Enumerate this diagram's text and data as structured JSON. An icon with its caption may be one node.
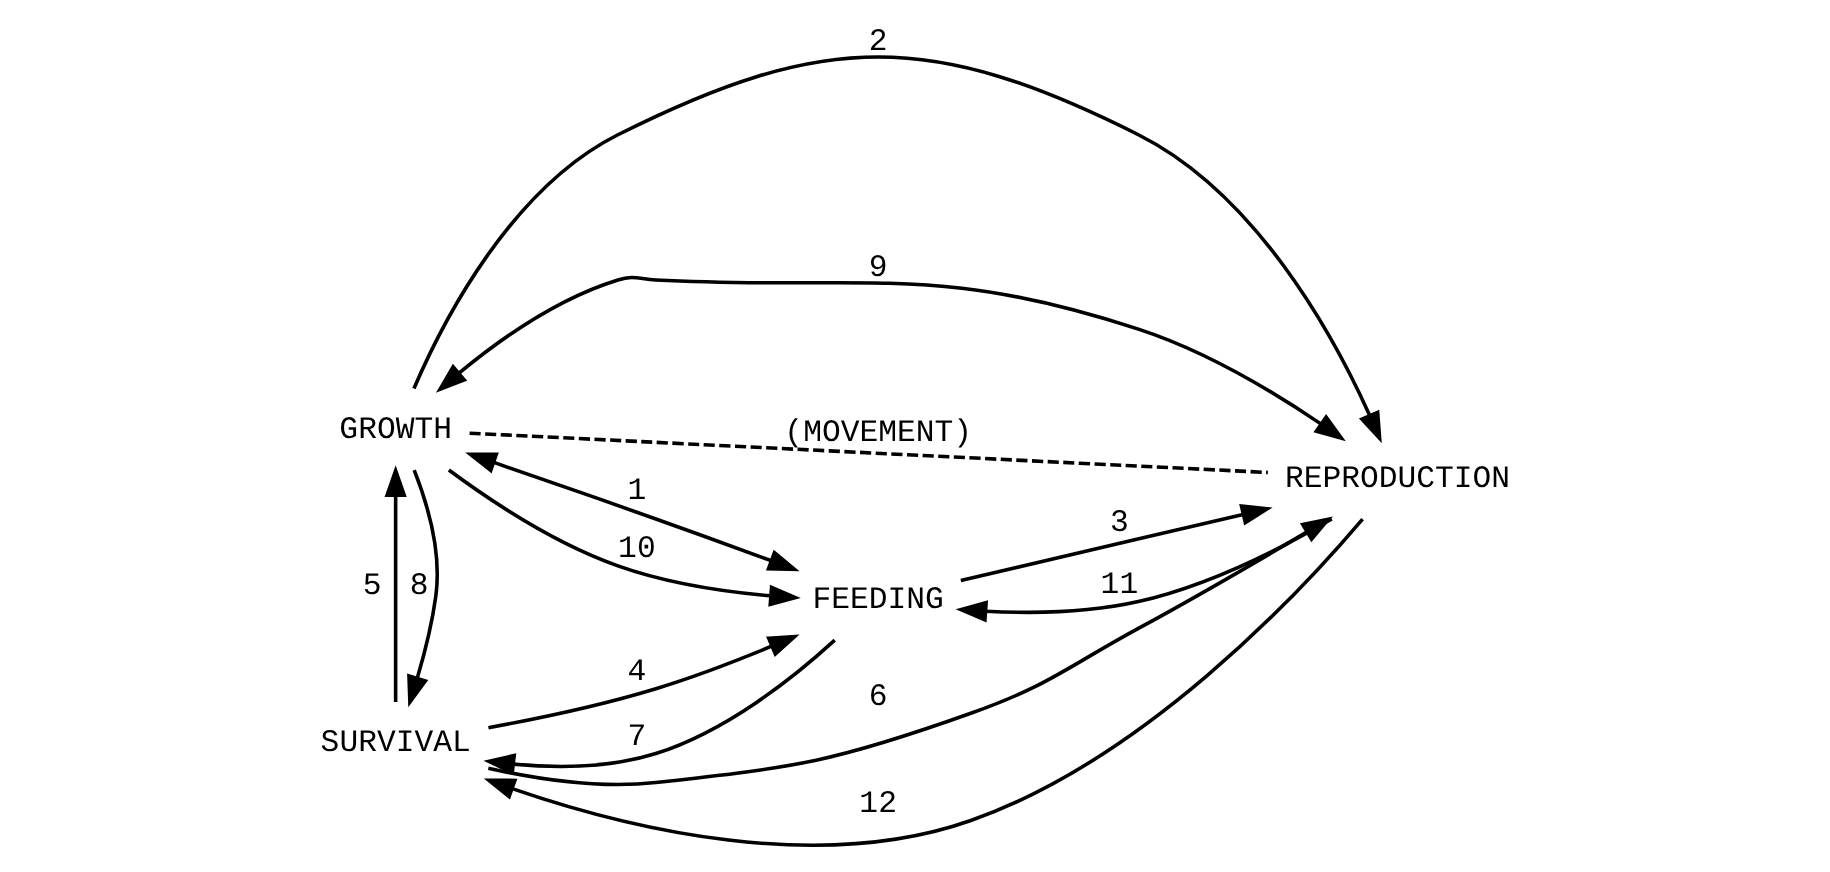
{
  "diagram": {
    "nodes": [
      {
        "text": [
          "SURVIVAL"
        ]
      },
      {
        "text": [
          "FEEDING"
        ]
      },
      {
        "text": [
          "GROWTH"
        ]
      },
      {
        "text": [
          "REPRODUCTION"
        ]
      }
    ],
    "edges": [
      {
        "from": 1,
        "to": 2,
        "arrow": "both",
        "label": "1"
      },
      {
        "from": 2,
        "to": 3,
        "arrow": "to",
        "label": "2"
      },
      {
        "from": 1,
        "to": 3,
        "arrow": "to",
        "label": "3"
      },
      {
        "from": 0,
        "to": 1,
        "arrow": "to",
        "label": "4"
      },
      {
        "from": 0,
        "to": 2,
        "arrow": "to",
        "label": "5"
      },
      {
        "from": 0,
        "to": 3,
        "arrow": "to",
        "label": "6"
      },
      {
        "from": 1,
        "to": 0,
        "arrow": "to",
        "label": "7"
      },
      {
        "from": 2,
        "to": 0,
        "arrow": "to",
        "label": "8"
      },
      {
        "from": 2,
        "to": 3,
        "arrow": "both",
        "label": "9"
      },
      {
        "from": 2,
        "to": 1,
        "arrow": "to",
        "label": "10"
      },
      {
        "from": 3,
        "to": 1,
        "arrow": "to",
        "label": "11"
      },
      {
        "from": 3,
        "to": 0,
        "arrow": "to",
        "label": "12"
      },
      {
        "from": 2,
        "to": 3,
        "arrow": "none",
        "label": "(MOVEMENT)",
        "style": "dashed"
      }
    ]
  }
}
